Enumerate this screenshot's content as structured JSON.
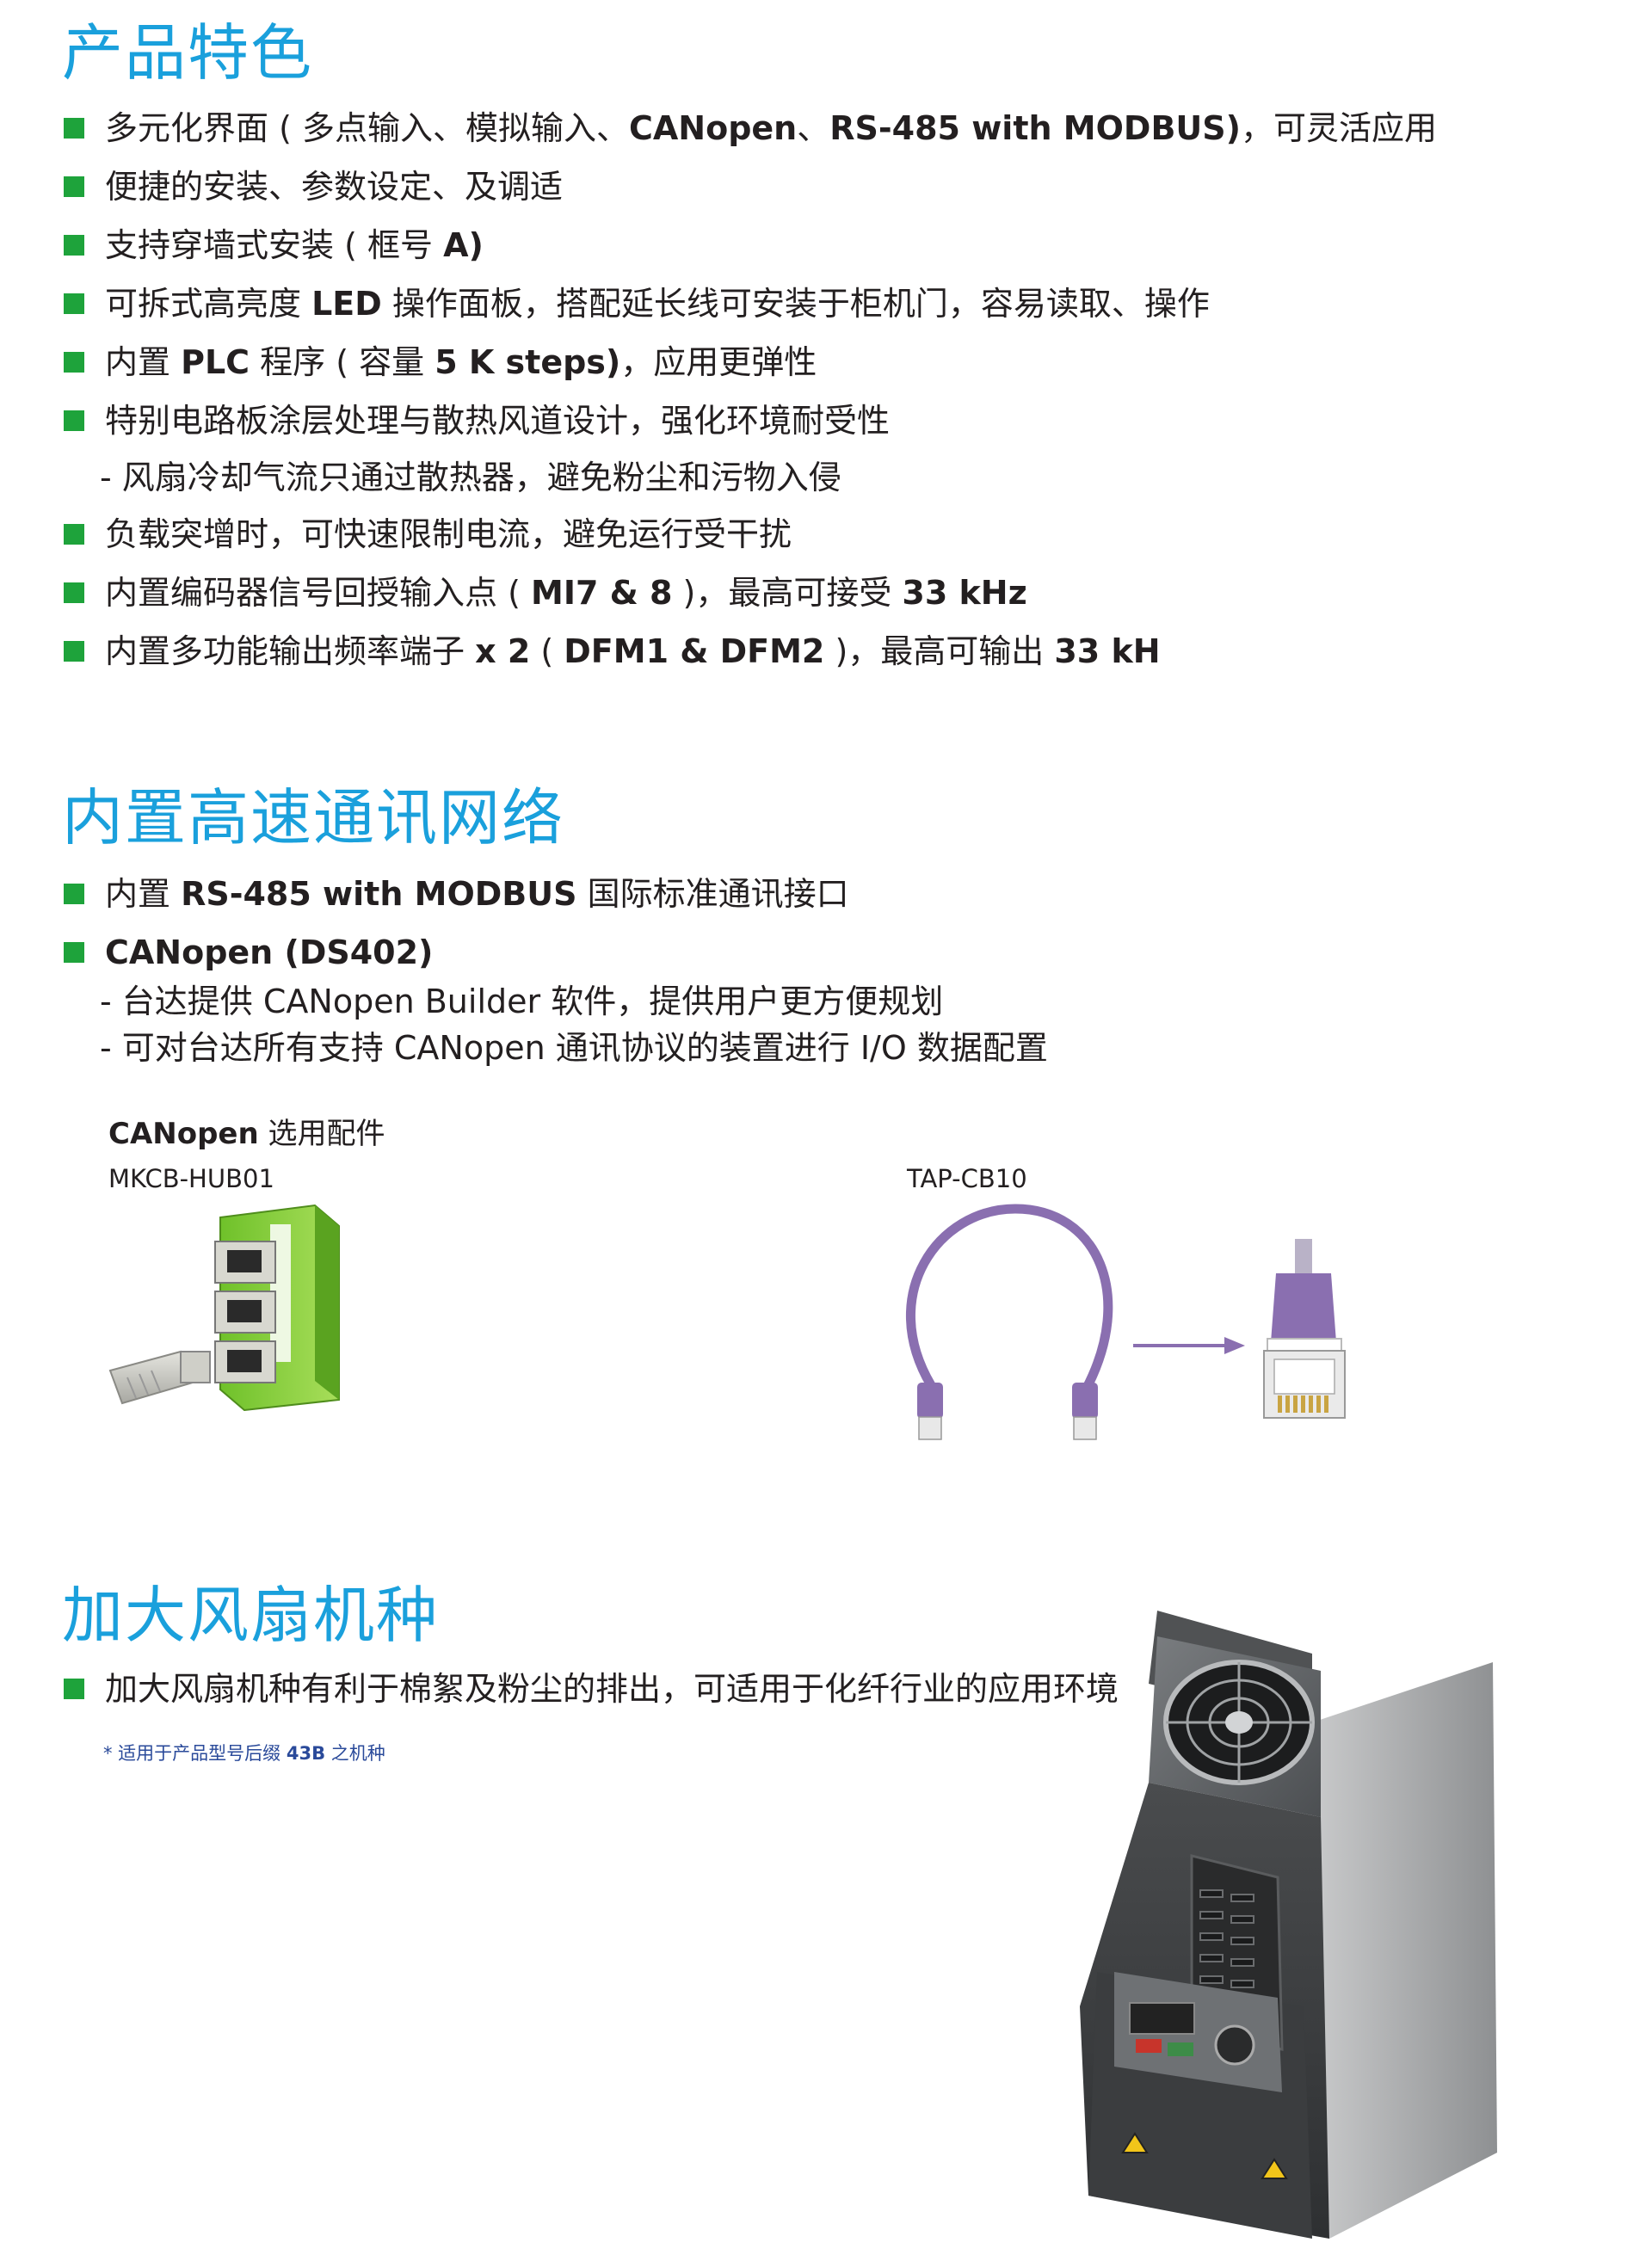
{
  "sections": {
    "features": {
      "title": "产品特色",
      "items": [
        {
          "a": "多元化界面 ( 多点输入、模拟输入、",
          "b": "CANopen",
          "c": "、",
          "d": "RS-485 with MODBUS)",
          "e": "，可灵活应用"
        },
        {
          "a": "便捷的安装、参数设定、及调适"
        },
        {
          "a": "支持穿墙式安装 ( 框号 ",
          "b": "A)"
        },
        {
          "a": "可拆式高亮度 ",
          "b": "LED",
          "c": " 操作面板，搭配延长线可安装于柜机门，容易读取、操作"
        },
        {
          "a": "内置 ",
          "b": "PLC",
          "c": " 程序 ( 容量 ",
          "d": "5 K steps)",
          "e": "，应用更弹性"
        },
        {
          "a": "特别电路板涂层处理与散热风道设计，强化环境耐受性"
        },
        {
          "a": "负载突增时，可快速限制电流，避免运行受干扰"
        },
        {
          "a": "内置编码器信号回授输入点 ( ",
          "b": "MI7 & 8",
          "c": " )，最高可接受 ",
          "d": "33 kHz"
        },
        {
          "a": "内置多功能输出频率端子 ",
          "b": "x 2",
          "c": " ( ",
          "d": "DFM1 & DFM2",
          "e": " )，最高可输出 ",
          "f": "33 kH"
        }
      ],
      "sub_item": "-  风扇冷却气流只通过散热器，避免粉尘和污物入侵"
    },
    "network": {
      "title": "内置高速通讯网络",
      "items": [
        {
          "a": "内置 ",
          "b": "RS-485 with MODBUS",
          "c": " 国际标准通讯接口"
        },
        {
          "a": "CANopen (DS402)"
        }
      ],
      "sub_items": [
        "- 台达提供 CANopen Builder 软件，提供用户更方便规划",
        "- 可对台达所有支持 CANopen 通讯协议的装置进行 I/O 数据配置"
      ],
      "accessories": {
        "title_bold": "CANopen",
        "title_rest": " 选用配件",
        "hub_label": "MKCB-HUB01",
        "cable_label": "TAP-CB10"
      }
    },
    "fan": {
      "title": "加大风扇机种",
      "item": "加大风扇机种有利于棉絮及粉尘的排出，可适用于化纤行业的应用环境",
      "footnote_a": "* 适用于产品型号后缀 ",
      "footnote_b": "43B",
      "footnote_c": " 之机种"
    }
  },
  "colors": {
    "heading": "#1aa0dc",
    "bullet": "#1ea33b",
    "footnote": "#2a4a9a",
    "cable": "#8a6fb0"
  },
  "icons": [
    "rj45-plug",
    "network-cable",
    "arrow-right",
    "drive-unit",
    "fan",
    "warning"
  ]
}
